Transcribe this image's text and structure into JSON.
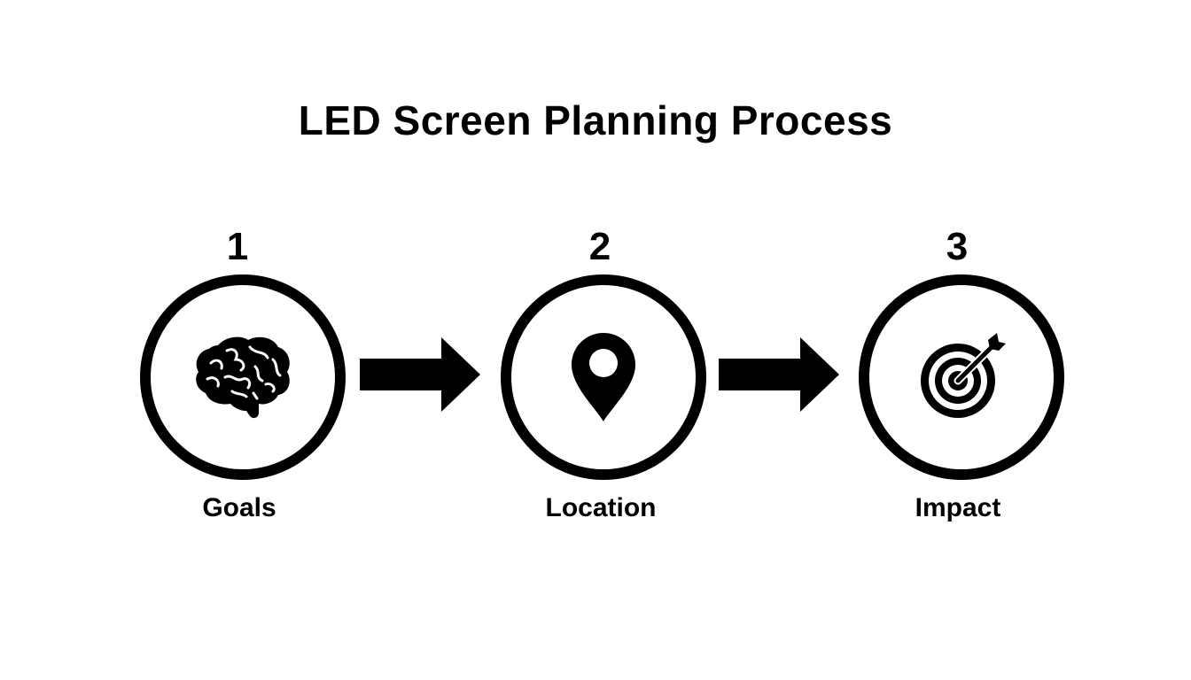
{
  "title": "LED Screen Planning Process",
  "steps": [
    {
      "number": "1",
      "label": "Goals",
      "icon": "brain-icon"
    },
    {
      "number": "2",
      "label": "Location",
      "icon": "map-pin-icon"
    },
    {
      "number": "3",
      "label": "Impact",
      "icon": "target-icon"
    }
  ],
  "colors": {
    "foreground": "#000000",
    "background": "#ffffff"
  }
}
